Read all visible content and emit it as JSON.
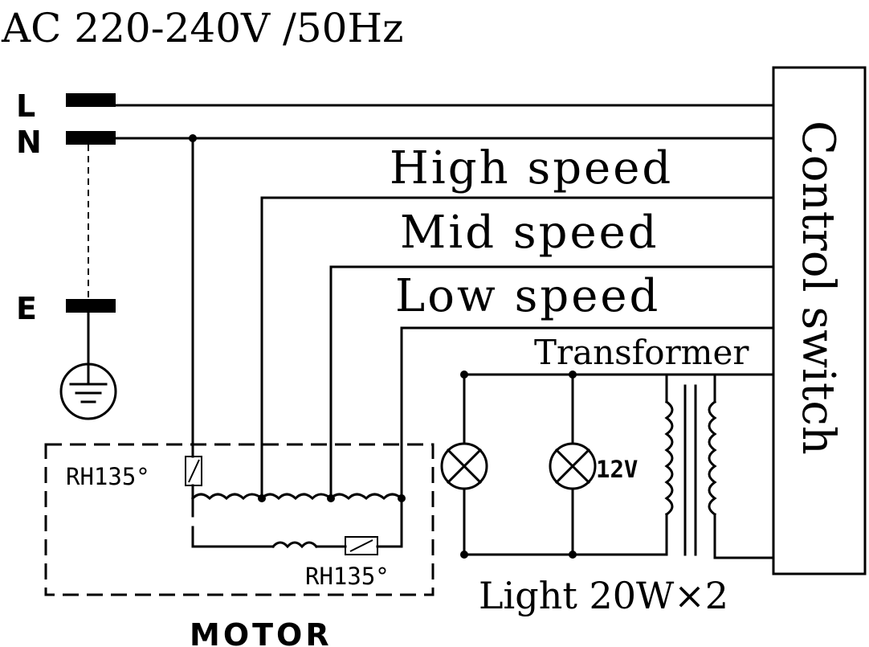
{
  "title": "AC 220-240V /50Hz",
  "terminals": {
    "l": "L",
    "n": "N",
    "e": "E"
  },
  "speeds": {
    "high": "High speed",
    "mid": "Mid speed",
    "low": "Low speed"
  },
  "control_switch": "Control switch",
  "transformer": "Transformer",
  "lamp_voltage": "12V",
  "light": "Light 20W×2",
  "thermal_top": "RH135°",
  "thermal_bottom": "RH135°",
  "motor": "MOTOR"
}
